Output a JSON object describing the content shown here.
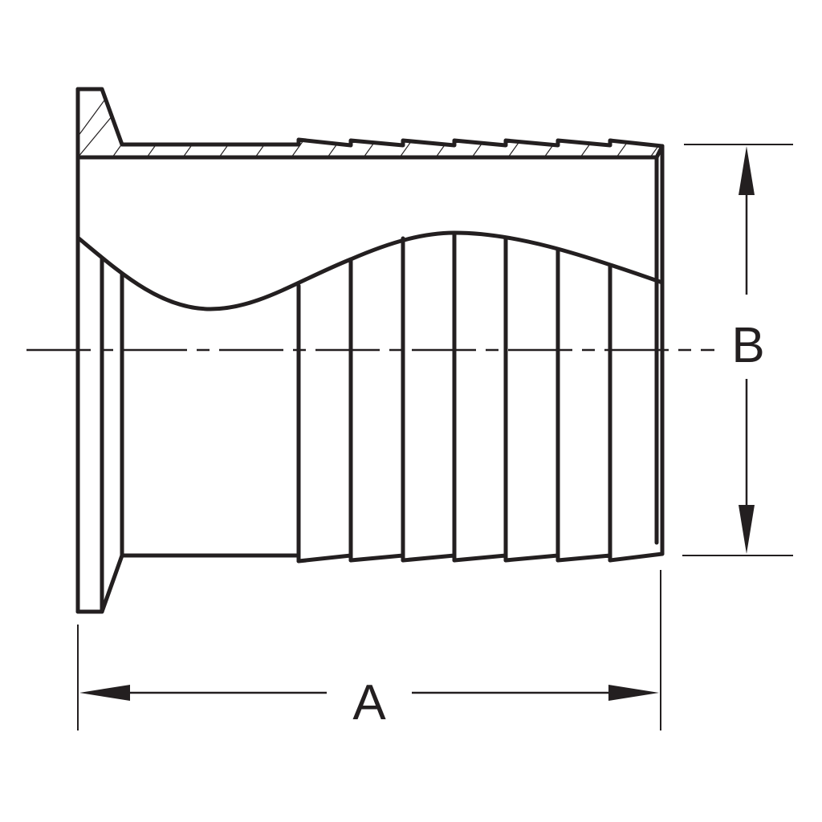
{
  "diagram": {
    "subject": "Tri-clamp hose barb fitting",
    "view": "Side elevation with partial section",
    "line_color": "#231f20",
    "background_color": "#ffffff"
  },
  "dimensions": {
    "A": {
      "label": "A",
      "description": "Overall length"
    },
    "B": {
      "label": "B",
      "description": "Barb outer diameter"
    }
  },
  "features": {
    "flange": "Clamp ferrule flange",
    "barbs_count": 7,
    "centerline": "Dash-dot center axis"
  }
}
